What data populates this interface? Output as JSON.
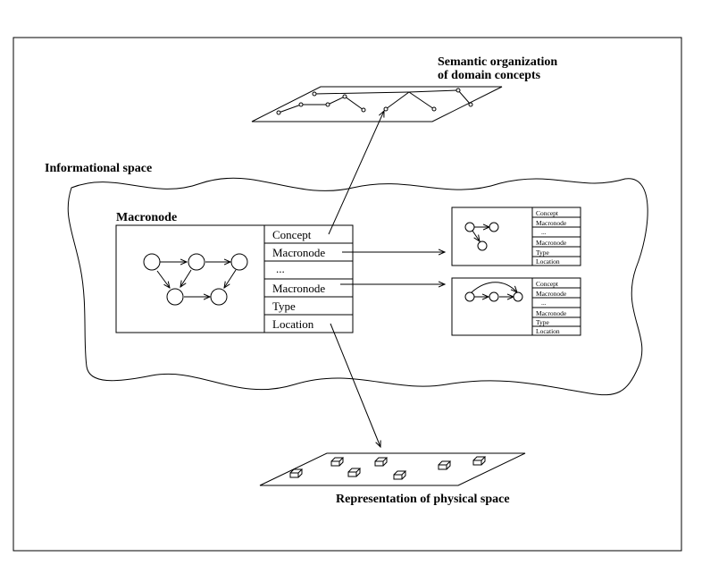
{
  "labels": {
    "semantic_title_line1": "Semantic organization",
    "semantic_title_line2": "of domain concepts",
    "informational_space": "Informational space",
    "macronode": "Macronode",
    "physical_space": "Representation of physical space"
  },
  "macronode_fields": [
    "Concept",
    "Macronode",
    "...",
    "Macronode",
    "Type",
    "Location"
  ],
  "mini_macronode_fields": [
    "Concept",
    "Macronode",
    "...",
    "Macronode",
    "Type",
    "Location"
  ]
}
